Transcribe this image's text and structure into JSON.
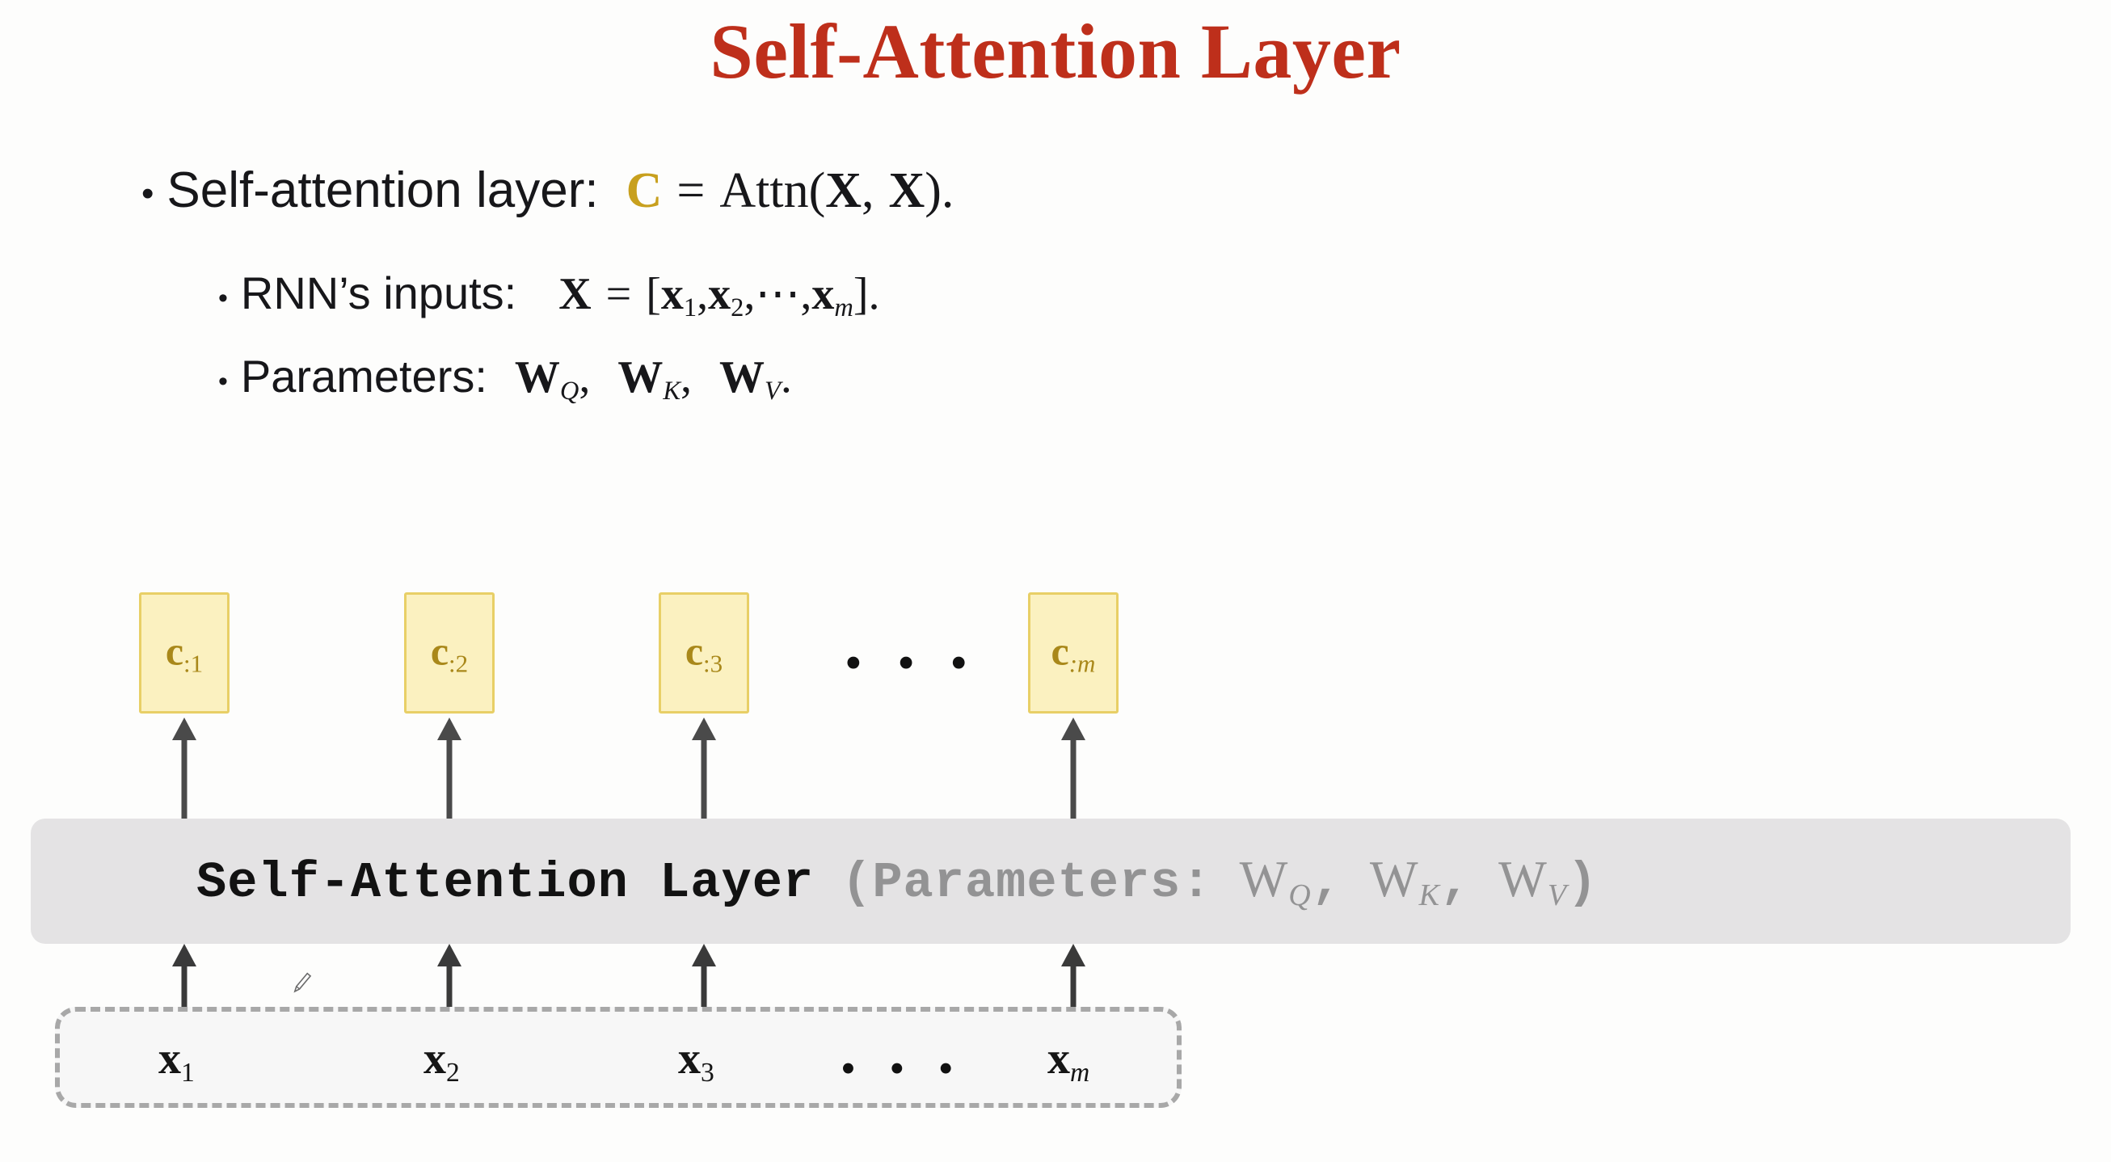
{
  "slide": {
    "title": "Self-Attention Layer",
    "title_color": "#be2f1b",
    "background": "#fdfdfc"
  },
  "bullets": [
    {
      "level": 1,
      "text": "Self-attention layer:",
      "formula_plain": "C = Attn(X, X).",
      "parts": {
        "C": "C",
        "equals": "=",
        "attn": "Attn(",
        "X1": "X",
        "comma": ",",
        "X2": "X",
        "close": ")."
      },
      "accent_color": "#c8a01e"
    },
    {
      "level": 2,
      "text": "RNN’s inputs:",
      "formula_plain": "X = [x1, x2, ⋯, xm].",
      "parts": {
        "X": "X",
        "equals": "=",
        "open": "[",
        "x1": "x",
        "s1": "1",
        "x2": "x",
        "s2": "2",
        "cdots": "⋯",
        "xm": "x",
        "sm": "m",
        "close": "]."
      }
    },
    {
      "level": 2,
      "text": "Parameters:",
      "formula_plain": "WQ , WK , WV.",
      "parts": {
        "W1": "W",
        "sQ": "Q",
        "W2": "W",
        "sK": "K",
        "W3": "W",
        "sV": "V",
        "comma": ",",
        "period": "."
      }
    }
  ],
  "diagram": {
    "output_boxes": [
      {
        "symbol": "c",
        "subscript": ":1",
        "sub_letter": "1",
        "italic_sub": false
      },
      {
        "symbol": "c",
        "subscript": ":2",
        "sub_letter": "2",
        "italic_sub": false
      },
      {
        "symbol": "c",
        "subscript": ":3",
        "sub_letter": "3",
        "italic_sub": false
      },
      {
        "symbol": "c",
        "subscript": ":m",
        "sub_letter": "m",
        "italic_sub": true
      }
    ],
    "output_ellipsis": "• • •",
    "box_fill": "#fbf1c0",
    "box_border": "#e8cf66",
    "box_text_color": "#a9881a",
    "layer_bar": {
      "main_label": "Self-Attention Layer",
      "params_open": "(Parameters:",
      "params": [
        {
          "base": "W",
          "sub": "Q"
        },
        {
          "base": "W",
          "sub": "K"
        },
        {
          "base": "W",
          "sub": "V"
        }
      ],
      "params_comma": ",",
      "params_close": ")",
      "background": "#e4e3e4",
      "main_color": "#121212",
      "params_color": "#939394"
    },
    "input_boxes": [
      {
        "symbol": "x",
        "sub_letter": "1",
        "italic_sub": false
      },
      {
        "symbol": "x",
        "sub_letter": "2",
        "italic_sub": false
      },
      {
        "symbol": "x",
        "sub_letter": "3",
        "italic_sub": false
      },
      {
        "symbol": "x",
        "sub_letter": "m",
        "italic_sub": true
      }
    ],
    "input_ellipsis": "• • •",
    "input_container_border": "#a8a8a8",
    "arrow_color": "#4a4a4a"
  },
  "cursor": {
    "type": "pencil-cursor"
  }
}
